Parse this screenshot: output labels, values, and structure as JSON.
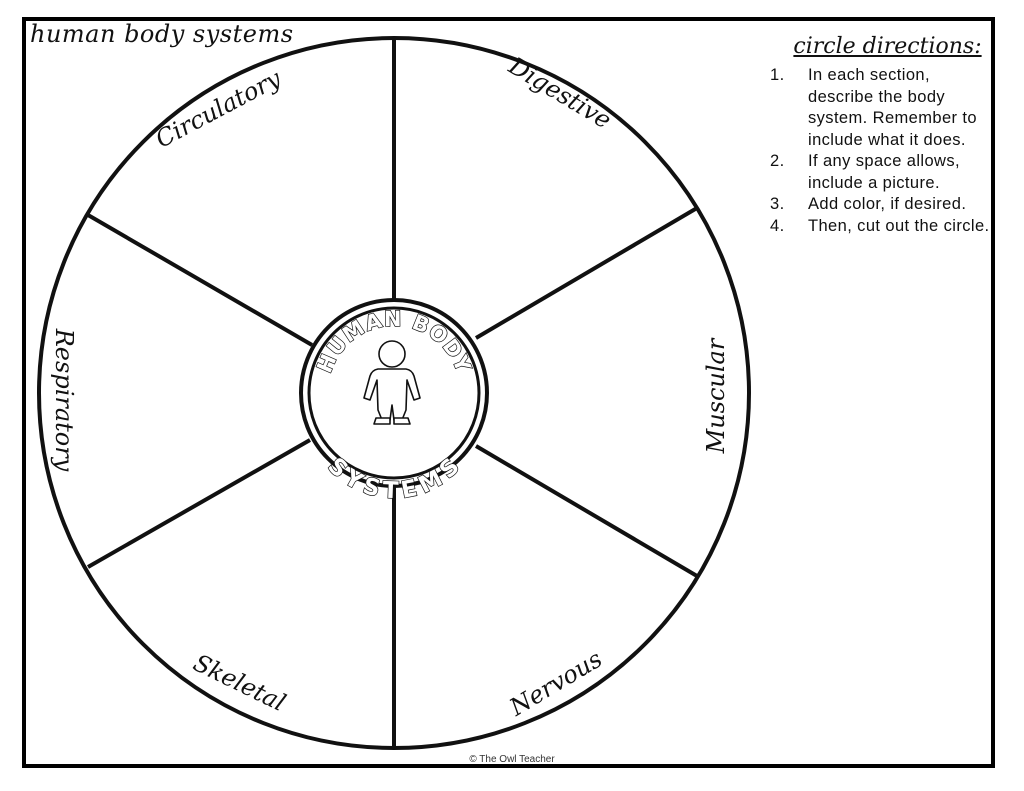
{
  "title": "human body systems",
  "directions": {
    "heading": "circle directions:",
    "items": [
      {
        "num": "1.",
        "text": "In each section, describe the body system. Remember to include what it does."
      },
      {
        "num": "2.",
        "text": "If any space allows, include a picture."
      },
      {
        "num": "3.",
        "text": "Add color, if desired."
      },
      {
        "num": "4.",
        "text": "Then, cut out the circle."
      }
    ]
  },
  "sections": {
    "circulatory": "Circulatory",
    "digestive": "Digestive",
    "muscular": "Muscular",
    "nervous": "Nervous",
    "skeletal": "Skeletal",
    "respiratory": "Respiratory"
  },
  "hub": {
    "line1": "HUMAN BODY",
    "line2": "SYSTEMS"
  },
  "copyright": "© The Owl Teacher",
  "colors": {
    "ink": "#111111",
    "paper": "#ffffff"
  }
}
